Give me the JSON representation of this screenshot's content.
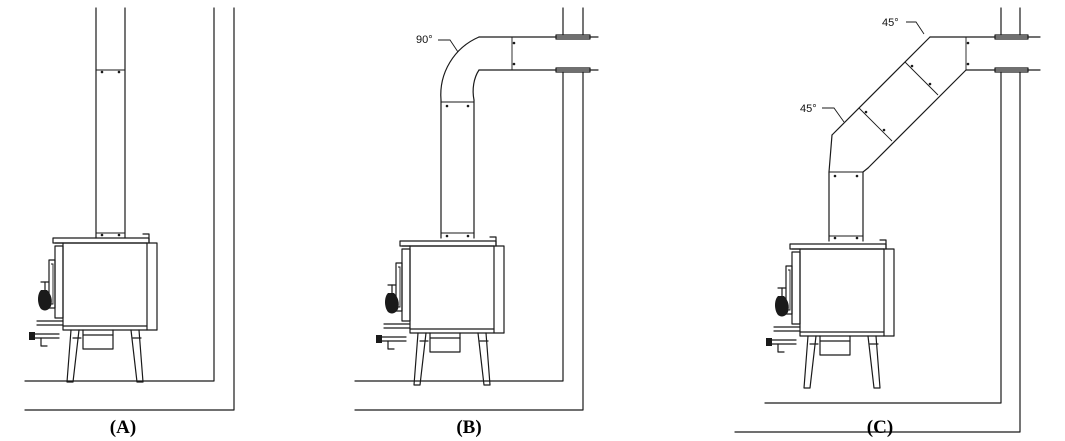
{
  "panels": [
    {
      "id": "A",
      "label": "(A)"
    },
    {
      "id": "B",
      "label": "(B)",
      "elbow_angle": "90°"
    },
    {
      "id": "C",
      "label": "(C)",
      "upper_elbow_angle": "45°",
      "lower_elbow_angle": "45°"
    }
  ]
}
